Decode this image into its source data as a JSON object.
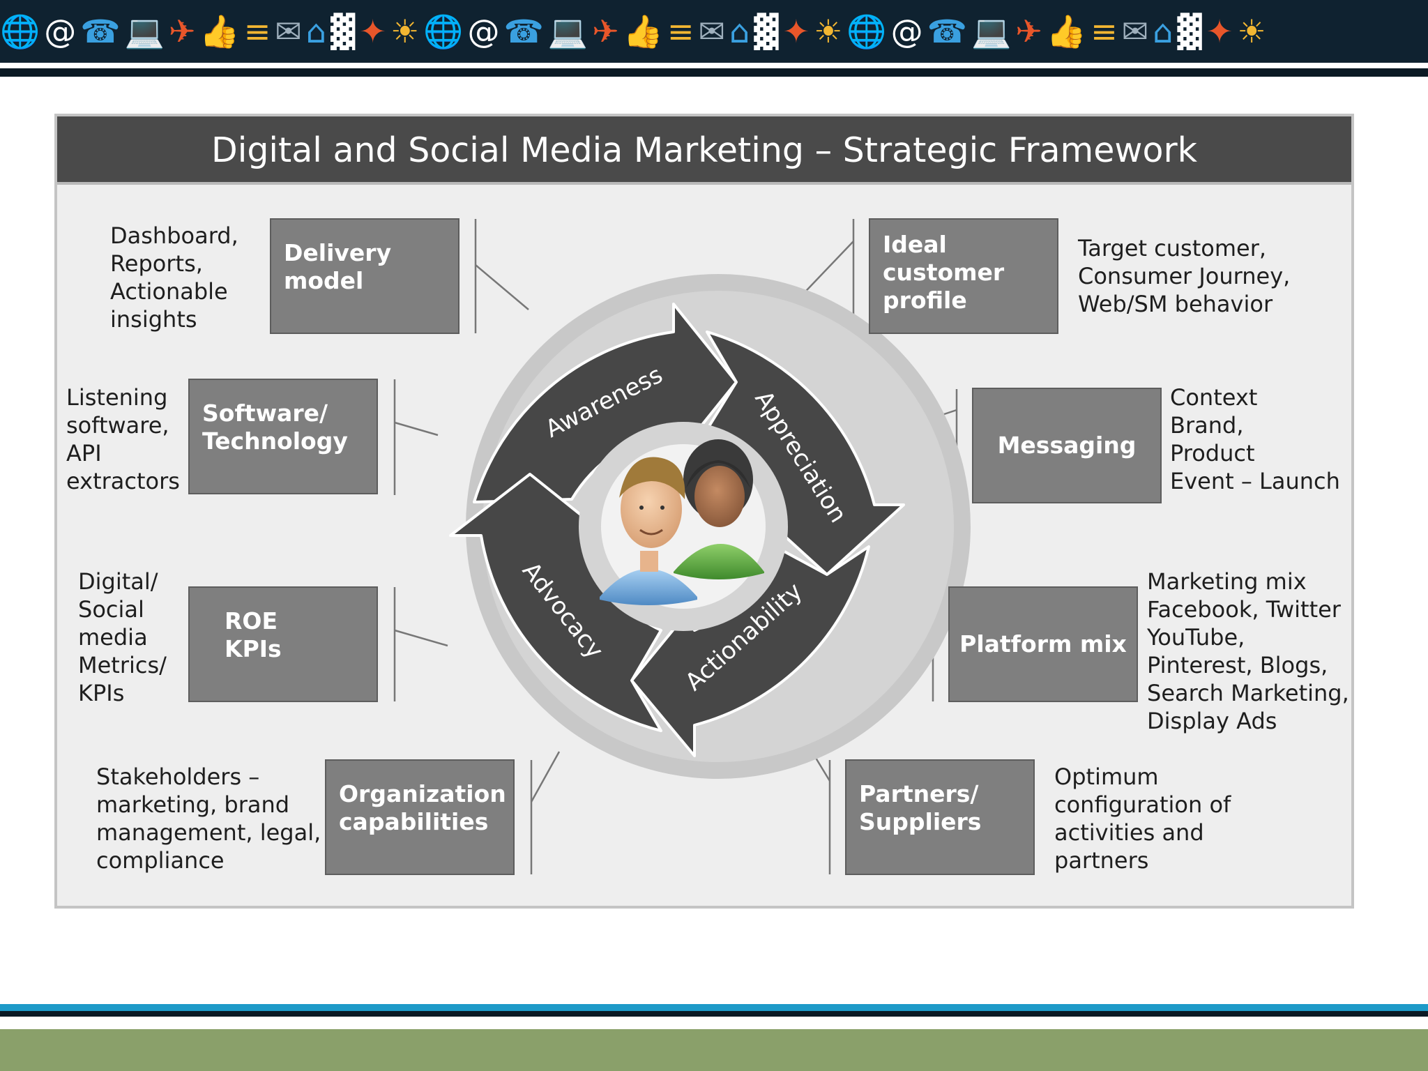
{
  "title": "Digital and Social Media Marketing – Strategic Framework",
  "colors": {
    "title_bar": "#4a4a4a",
    "box": "#7f7f7f",
    "cycle_arrow": "#474747",
    "ring": "#c8c8c8",
    "banner": "#0f2230",
    "accent_blue": "#1d9ac8",
    "footer_green": "#8aa06a"
  },
  "banner_icons": [
    "globe-icon",
    "at-sign-icon",
    "phone-icon",
    "laptop-icon",
    "airplane-icon",
    "thumbs-up-icon",
    "wifi-icon",
    "sms-icon",
    "home-icon",
    "server-icon",
    "network-icon",
    "lightbulb-icon"
  ],
  "cycle": {
    "awareness": "Awareness",
    "appreciation": "Appreciation",
    "actionability": "Actionability",
    "advocacy": "Advocacy"
  },
  "boxes": {
    "delivery_model": {
      "label": "Delivery\nmodel",
      "desc": "Dashboard,\nReports,\nActionable\ninsights"
    },
    "software_technology": {
      "label": "Software/\nTechnology",
      "desc": "Listening\nsoftware,\nAPI\nextractors"
    },
    "roe_kpis": {
      "label": "ROE\nKPIs",
      "desc": "Digital/\nSocial\nmedia\nMetrics/\nKPIs"
    },
    "organization_capabilities": {
      "label": "Organization\ncapabilities",
      "desc": "Stakeholders –\nmarketing, brand\nmanagement, legal,\ncompliance"
    },
    "ideal_customer_profile": {
      "label": "Ideal\ncustomer\nprofile",
      "desc": "Target customer,\nConsumer Journey,\nWeb/SM behavior"
    },
    "messaging": {
      "label": "Messaging",
      "desc": "Context\nBrand,\nProduct\nEvent – Launch"
    },
    "platform_mix": {
      "label": "Platform mix",
      "desc": "Marketing mix\nFacebook, Twitter\nYouTube,\nPinterest, Blogs,\nSearch Marketing,\nDisplay Ads"
    },
    "partners_suppliers": {
      "label": "Partners/\nSuppliers",
      "desc": "Optimum\nconfiguration of\nactivities and\npartners"
    }
  }
}
